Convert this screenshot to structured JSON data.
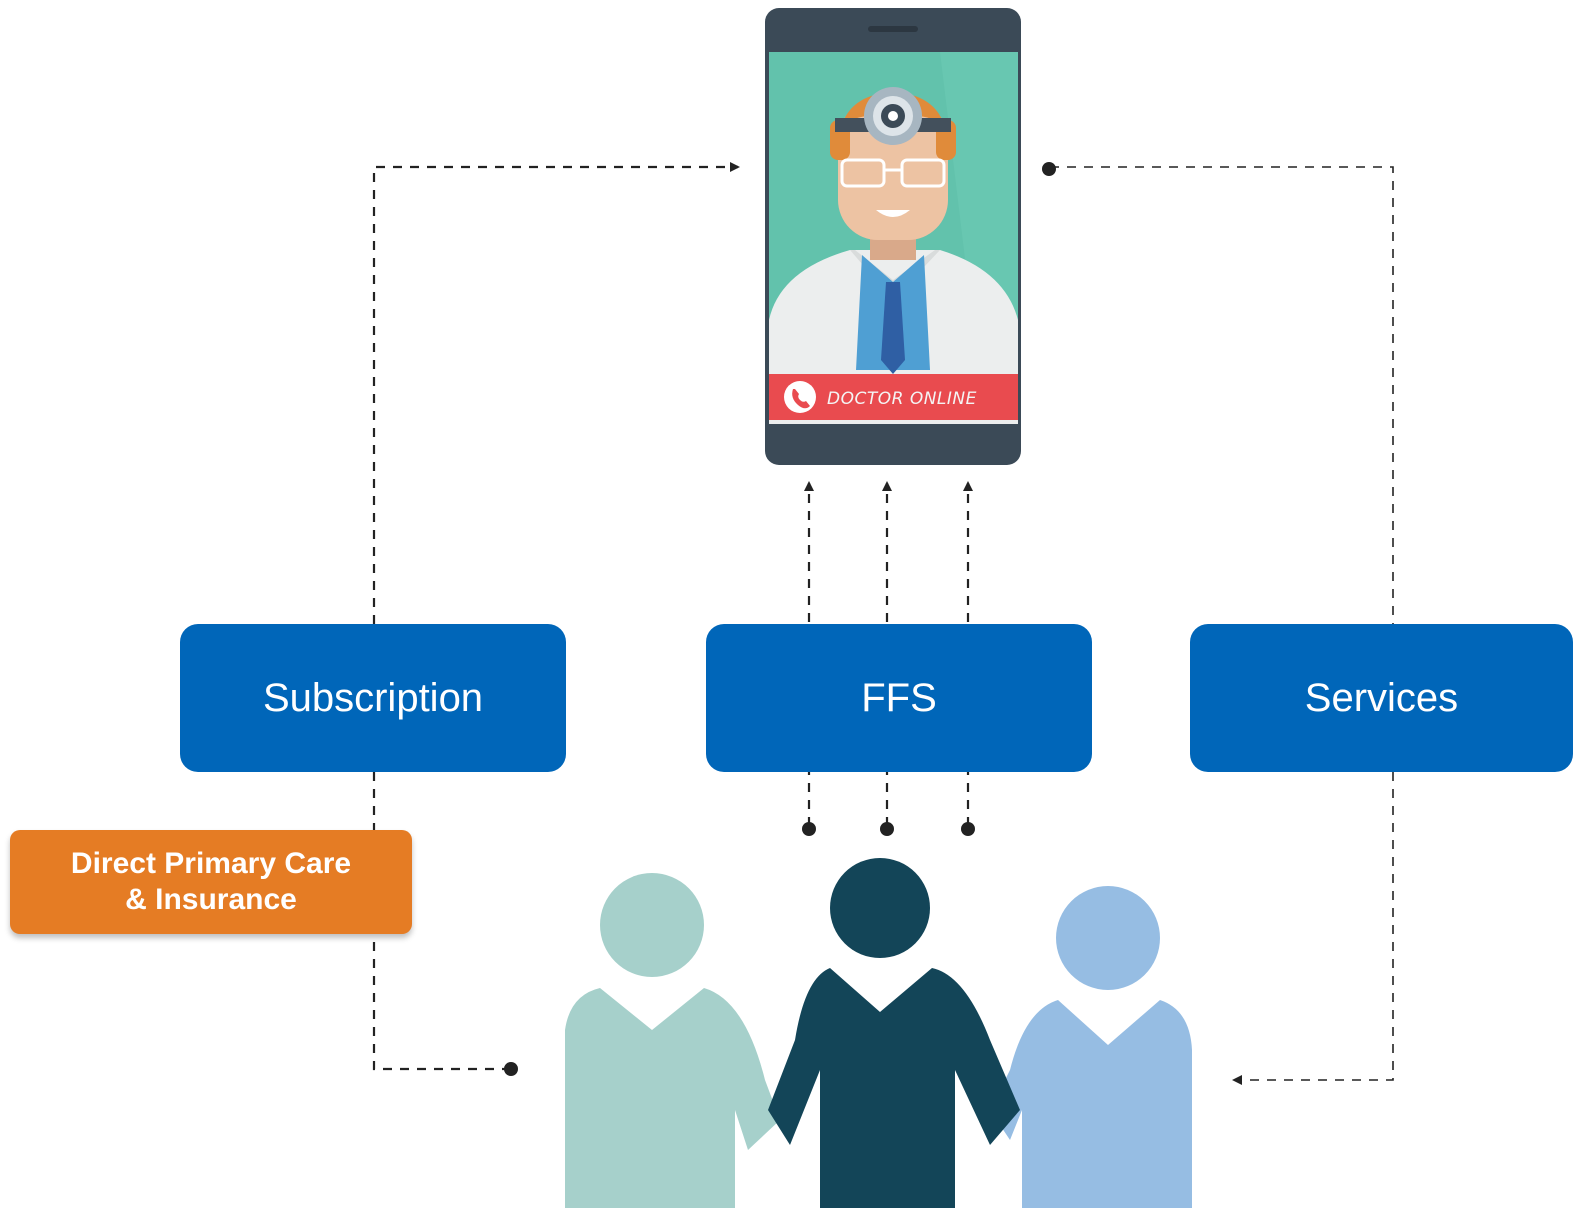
{
  "phone": {
    "banner_text": "DOCTOR ONLINE"
  },
  "boxes": {
    "subscription": "Subscription",
    "ffs": "FFS",
    "services": "Services"
  },
  "tag": {
    "text": "Direct Primary Care\n& Insurance"
  },
  "colors": {
    "box_blue": "#0066b9",
    "tag_orange": "#e57c24",
    "screen_green": "#62c2ac",
    "banner_red": "#e94b4f",
    "person_left": "#a6d0cb",
    "person_center": "#134558",
    "person_right": "#96bde3",
    "connector": "#222222"
  },
  "icons": [
    "phone-icon",
    "doctor-icon",
    "head-mirror-icon",
    "handset-icon",
    "people-icon"
  ]
}
